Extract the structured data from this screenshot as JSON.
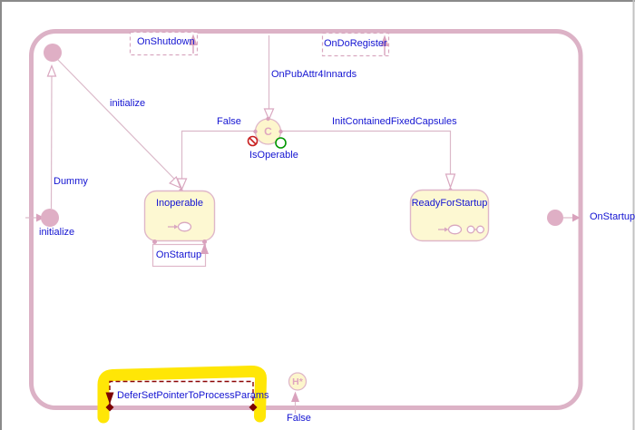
{
  "colors": {
    "frame_pink": "#dcb2c6",
    "line_pink": "#dbb9c9",
    "junction_pink": "#dfafc5",
    "state_fill_yellow": "#fdf8d2",
    "label_blue": "#1414d2",
    "selection_dark_red": "#8c0505",
    "highlight_yellow": "#ffe606",
    "guard_green": "#009700",
    "deny_red": "#c82020",
    "window_edge_gray": "#8a8a8a"
  },
  "states": {
    "inoperable": {
      "name": "Inoperable"
    },
    "ready_for_startup": {
      "name": "ReadyForStartup"
    }
  },
  "pseudostates": {
    "choice": {
      "glyph": "C",
      "label": "IsOperable"
    },
    "history": {
      "glyph": "H*"
    }
  },
  "transitions": {
    "on_shutdown": "OnShutdown",
    "on_do_register": "OnDoRegister",
    "on_pub_attr4_innards": "OnPubAttr4Innards",
    "false_to_inoperable": "False",
    "init_contained_fixed_capsules": "InitContainedFixedCapsules",
    "initialize_to_inoperable": "initialize",
    "dummy": "Dummy",
    "initialize_entry": "initialize",
    "on_startup_self": "OnStartup",
    "on_startup_exit": "OnStartup",
    "defer_set_pointer": "DeferSetPointerToProcessParams",
    "false_to_history": "False"
  }
}
